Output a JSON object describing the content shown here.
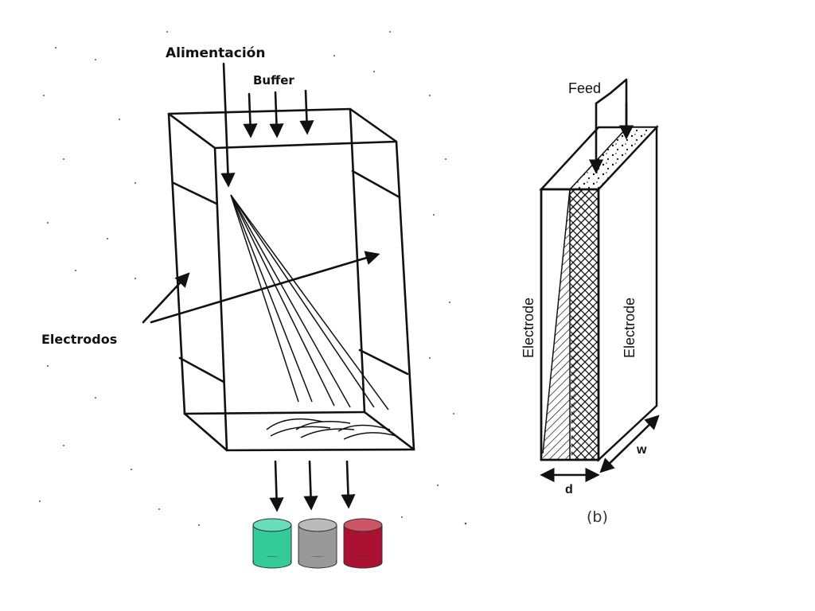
{
  "left_figure": {
    "feed_label": "Alimentación",
    "buffer_label": "Buffer",
    "electrodes_label": "Electrodos",
    "collector_colors": [
      "#33cc99",
      "#999999",
      "#aa1133"
    ]
  },
  "right_figure": {
    "feed_label": "Feed",
    "electrode_left_label": "Electrode",
    "electrode_right_label": "Electrode",
    "width_label": "w",
    "depth_label": "d",
    "panel_caption": "(b)"
  }
}
